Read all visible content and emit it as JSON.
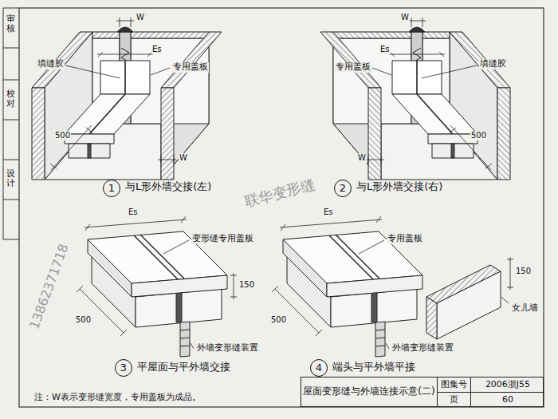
{
  "diagram": {
    "nodes": [
      {
        "text": [
          "1"
        ]
      },
      {
        "text": [
          "2"
        ]
      },
      {
        "text": [
          "3"
        ]
      },
      {
        "text": [
          "4"
        ]
      },
      {
        "text": [
          "屋面变形缝与外墙连接示意(二)"
        ]
      },
      {
        "text": [
          "图集号"
        ],
        "in": 4
      },
      {
        "text": [
          "2006浙J55"
        ],
        "in": 4
      },
      {
        "text": [
          "页"
        ],
        "in": 4
      },
      {
        "text": [
          "60"
        ],
        "in": 4
      }
    ],
    "labels": [
      "审核",
      "校对",
      "设计",
      "W",
      "填缝胶",
      "专用盖板",
      "Es",
      "500",
      "W",
      "与L形外墙交接(左)",
      "专用盖板",
      "填缝胶",
      "W",
      "Es",
      "500",
      "W",
      "与L形外墙交接(右)",
      "Es",
      "变形缝专用盖板",
      "150",
      "500",
      "外墙变形缝装置",
      "平屋面与平外墙交接",
      "Es",
      "专用盖板",
      "150",
      "500",
      "女儿墙",
      "外墙变形缝装置",
      "端头与平外墙平接",
      "注：W表示变形缝宽度，专用盖板为成品。",
      "联华变形缝",
      "13862371718"
    ]
  }
}
